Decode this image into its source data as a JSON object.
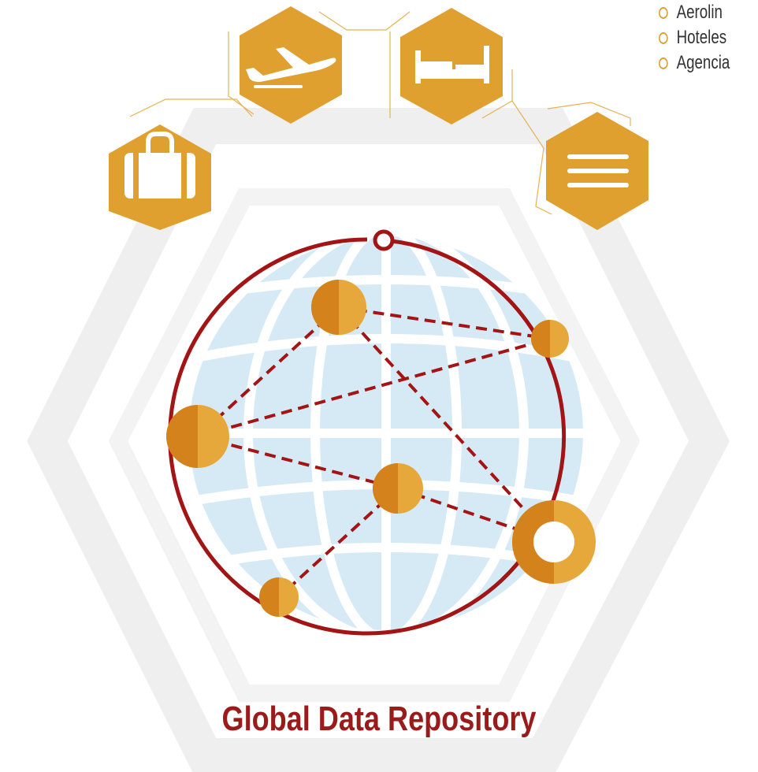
{
  "title": "Global Data Repository",
  "bullets": [
    "Aerolin",
    "Hoteles",
    "Agencia"
  ],
  "icons": [
    "luggage-icon",
    "airplane-icon",
    "bed-icon",
    "menu-icon",
    "globe-icon"
  ],
  "colors": {
    "accent": "#E0A030",
    "accent_dark": "#D4831C",
    "title": "#9B1B1B",
    "network_line": "#A31515",
    "globe_fill": "#D6EAF6",
    "background_hexagon": "#F0F0F0"
  }
}
